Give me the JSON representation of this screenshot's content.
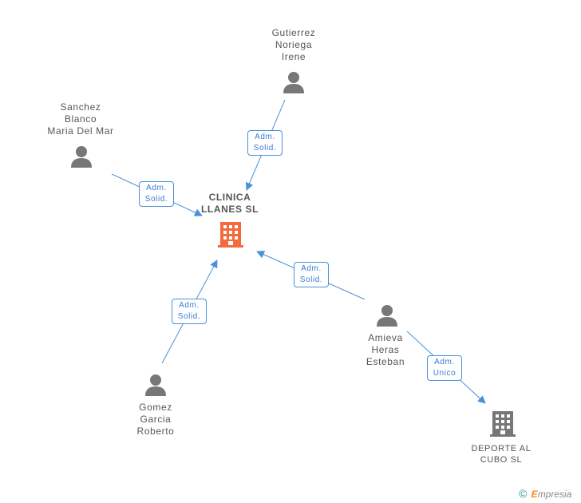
{
  "main_company": {
    "line1": "CLINICA",
    "line2": "LLANES SL"
  },
  "people": {
    "gutierrez": {
      "l1": "Gutierrez",
      "l2": "Noriega",
      "l3": "Irene"
    },
    "sanchez": {
      "l1": "Sanchez",
      "l2": "Blanco",
      "l3": "Maria Del Mar"
    },
    "gomez": {
      "l1": "Gomez",
      "l2": "Garcia",
      "l3": "Roberto"
    },
    "amieva": {
      "l1": "Amieva",
      "l2": "Heras",
      "l3": "Esteban"
    }
  },
  "other_company": {
    "line1": "DEPORTE AL",
    "line2": "CUBO SL"
  },
  "relations": {
    "gutierrez": {
      "l1": "Adm.",
      "l2": "Solid."
    },
    "sanchez": {
      "l1": "Adm.",
      "l2": "Solid."
    },
    "gomez": {
      "l1": "Adm.",
      "l2": "Solid."
    },
    "amieva": {
      "l1": "Adm.",
      "l2": "Solid."
    },
    "deporte": {
      "l1": "Adm.",
      "l2": "Unico"
    }
  },
  "footer": {
    "copyright": "©",
    "brand_initial": "E",
    "brand_rest": "mpresia"
  },
  "colors": {
    "edge": "#4a90d9",
    "main_company": "#f26a3d",
    "person": "#777777",
    "company": "#777777"
  }
}
